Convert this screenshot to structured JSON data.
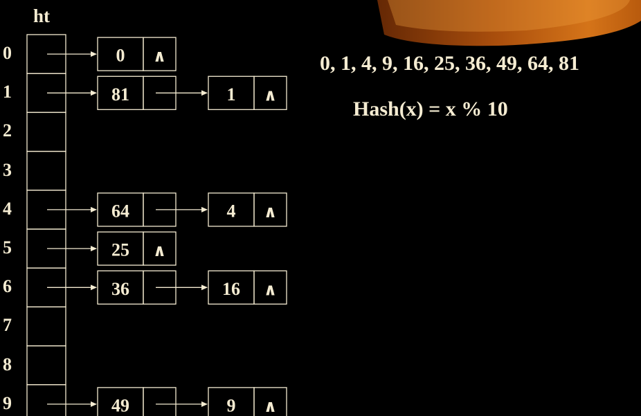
{
  "table_label": "ht",
  "sequence": "0, 1, 4, 9, 16, 25, 36, 49, 64, 81",
  "hash_function": "Hash(x) = x % 10",
  "null_symbol": "∧",
  "colors": {
    "background": "#000000",
    "foreground": "#f5ecd2",
    "accent": "#e07a1a"
  },
  "buckets": [
    {
      "index": "0",
      "chain": [
        "0"
      ]
    },
    {
      "index": "1",
      "chain": [
        "81",
        "1"
      ]
    },
    {
      "index": "2",
      "chain": []
    },
    {
      "index": "3",
      "chain": []
    },
    {
      "index": "4",
      "chain": [
        "64",
        "4"
      ]
    },
    {
      "index": "5",
      "chain": [
        "25"
      ]
    },
    {
      "index": "6",
      "chain": [
        "36",
        "16"
      ]
    },
    {
      "index": "7",
      "chain": []
    },
    {
      "index": "8",
      "chain": []
    },
    {
      "index": "9",
      "chain": [
        "49",
        "9"
      ]
    }
  ]
}
